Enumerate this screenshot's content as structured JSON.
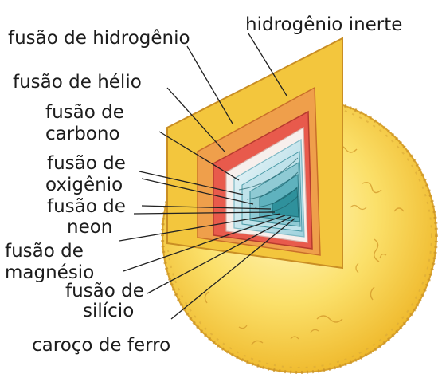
{
  "diagram": {
    "labels": {
      "hydrogen_inert": "hidrogênio inerte",
      "hydrogen_fusion": "fusão de hidrogênio",
      "helium_fusion": "fusão de hélio",
      "carbon_fusion_1": "fusão de",
      "carbon_fusion_2": "carbono",
      "oxygen_fusion_1": "fusão de",
      "oxygen_fusion_2": "oxigênio",
      "neon_fusion_1": "fusão de",
      "neon_fusion_2": "neon",
      "magnesium_fusion_1": "fusão de",
      "magnesium_fusion_2": "magnésio",
      "silicon_fusion_1": "fusão de",
      "silicon_fusion_2": "silício",
      "iron_core": "caroço de ferro"
    },
    "colors": {
      "outer_star": "#f7d23a",
      "inner_hydrogen": "#f2c537",
      "hydrogen_shell": "#f0a64a",
      "helium_shell": "#e65a4a",
      "carbon_shell": "#f6f0ee",
      "oxygen_shell": "#cfe8f2",
      "core": "#2f9aa6"
    }
  }
}
